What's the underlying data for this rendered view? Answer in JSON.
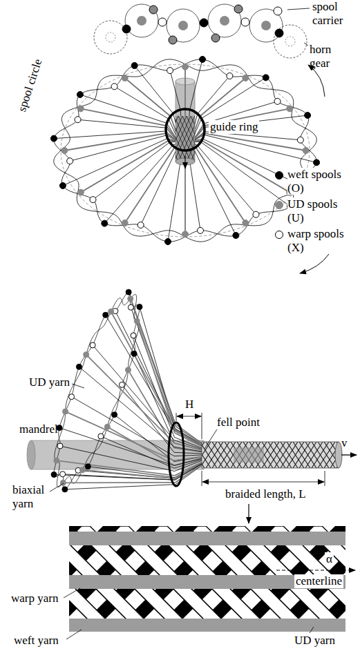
{
  "diagram": {
    "labels": [
      "spool carrier",
      "horn gear",
      "spool circle",
      "guide ring",
      "UD yarn",
      "mandrel",
      "biaxial yarn",
      "H",
      "fell point",
      "v",
      "braided length, L",
      "warp yarn",
      "weft yarn",
      "UD yarn",
      "α",
      "centerline"
    ],
    "legend": [
      {
        "text": "weft spools (O)",
        "color": "#000000"
      },
      {
        "text": "UD spools (U)",
        "color": "#888888"
      },
      {
        "text": "warp spools (X)",
        "color": "#ffffff"
      }
    ]
  }
}
